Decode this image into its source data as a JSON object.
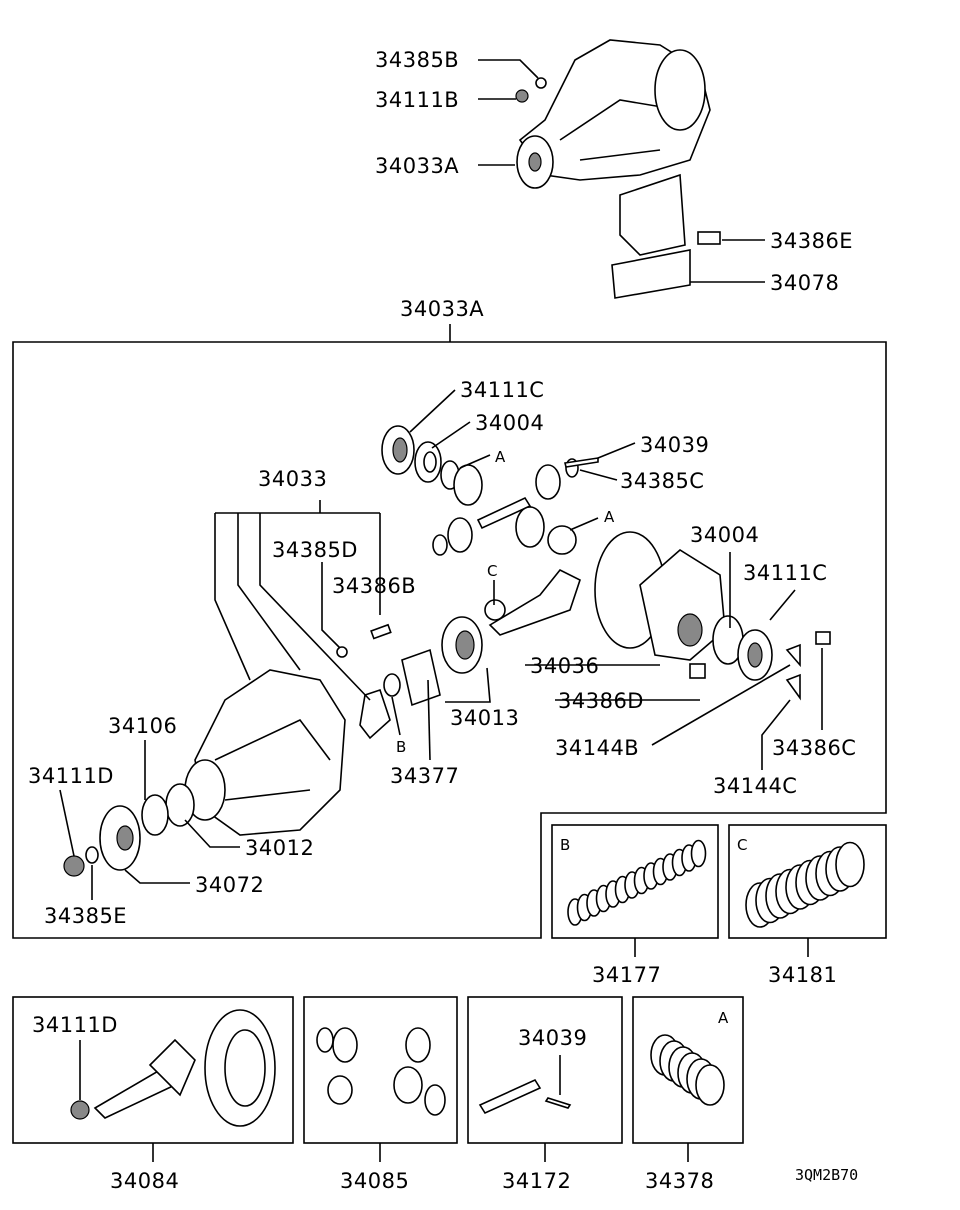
{
  "labels": {
    "top_34385B": "34385B",
    "top_34111B": "34111B",
    "top_34033A": "34033A",
    "top_34386E": "34386E",
    "top_34078": "34078",
    "box_34033A": "34033A",
    "p_34111C_a": "34111C",
    "p_34004_a": "34004",
    "p_34039": "34039",
    "ref_A1": "A",
    "p_34385C": "34385C",
    "p_34033": "34033",
    "ref_A2": "A",
    "p_34004_b": "34004",
    "p_34385D": "34385D",
    "p_34111C_b": "34111C",
    "ref_C": "C",
    "p_34386B": "34386B",
    "p_34036": "34036",
    "p_34386D": "34386D",
    "p_34013": "34013",
    "ref_B": "B",
    "p_34106": "34106",
    "p_34144B": "34144B",
    "p_34386C": "34386C",
    "p_34377": "34377",
    "p_34111D": "34111D",
    "p_34144C": "34144C",
    "p_34012": "34012",
    "p_34072": "34072",
    "p_34385E": "34385E"
  },
  "kits": {
    "shim_b": {
      "ref": "B",
      "part": "34177"
    },
    "shim_c": {
      "ref": "C",
      "part": "34181"
    },
    "gear_set": {
      "inner": "34111D",
      "part": "34084"
    },
    "diff_gears": {
      "part": "34085"
    },
    "shaft_pin": {
      "inner": "34039",
      "part": "34172"
    },
    "washers_a": {
      "ref": "A",
      "part": "34378"
    }
  },
  "diagram_code": "3QM2B70"
}
